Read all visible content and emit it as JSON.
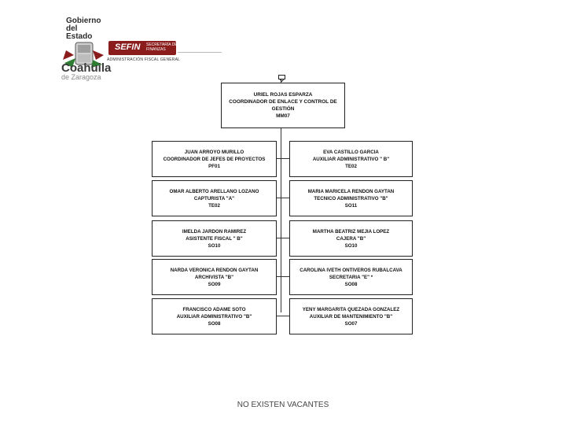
{
  "header": {
    "logo_gobierno": "Gobierno del Estado",
    "logo_coahuila": "Coahuila",
    "logo_zaragoza": "de Zaragoza",
    "logo_sefin": "SEFIN",
    "logo_secretaria": "SECRETARÍA DE FINANZAS",
    "logo_admin": "ADMINISTRACIÓN FISCAL GENERAL"
  },
  "org": {
    "top": {
      "name": "URIEL ROJAS ESPARZA",
      "role": "COORDINADOR DE ENLACE Y CONTROL DE GESTIÓN",
      "code": "MM07"
    },
    "left": [
      {
        "name": "JUAN ARROYO MURILLO",
        "role": "COORDINADOR DE JEFES DE PROYECTOS",
        "code": "PF01"
      },
      {
        "name": "OMAR ALBERTO ARELLANO LOZANO",
        "role": "CAPTURISTA \"A\"",
        "code": "TE02"
      },
      {
        "name": "IMELDA JARDON RAMIREZ",
        "role": "ASISTENTE FISCAL \" B\"",
        "code": "SO10"
      },
      {
        "name": "NARDA VERONICA RENDON GAYTAN",
        "role": "ARCHIVISTA \"B\"",
        "code": "SO09"
      },
      {
        "name": "FRANCISCO ADAME SOTO",
        "role": "AUXILIAR ADMINISTRATIVO \"B\"",
        "code": "SO08"
      }
    ],
    "right": [
      {
        "name": "EVA CASTILLO GARCIA",
        "role": "AUXILIAR ADMINISTRATIVO \" B\"",
        "code": "TE02"
      },
      {
        "name": "MARIA MARICELA RENDON GAYTAN",
        "role": "TECNICO ADMINISTRATIVO \"B\"",
        "code": "SO11"
      },
      {
        "name": "MARTHA BEATRIZ MEJIA LOPEZ",
        "role": "CAJERA \"B\"",
        "code": "SO10"
      },
      {
        "name": "CAROLINA IVETH ONTIVEROS RUBALCAVA",
        "role": "SECRETARIA \"E\" *",
        "code": "SO08"
      },
      {
        "name": "YENY MARGARITA QUEZADA GONZALEZ",
        "role": "AUXILIAR DE MANTENIMIENTO \"B\"",
        "code": "SO07"
      }
    ]
  },
  "footer": {
    "note": "NO EXISTEN VACANTES"
  },
  "colors": {
    "brand_red": "#8a1c1c",
    "border": "#222222",
    "connector": "#333333"
  }
}
